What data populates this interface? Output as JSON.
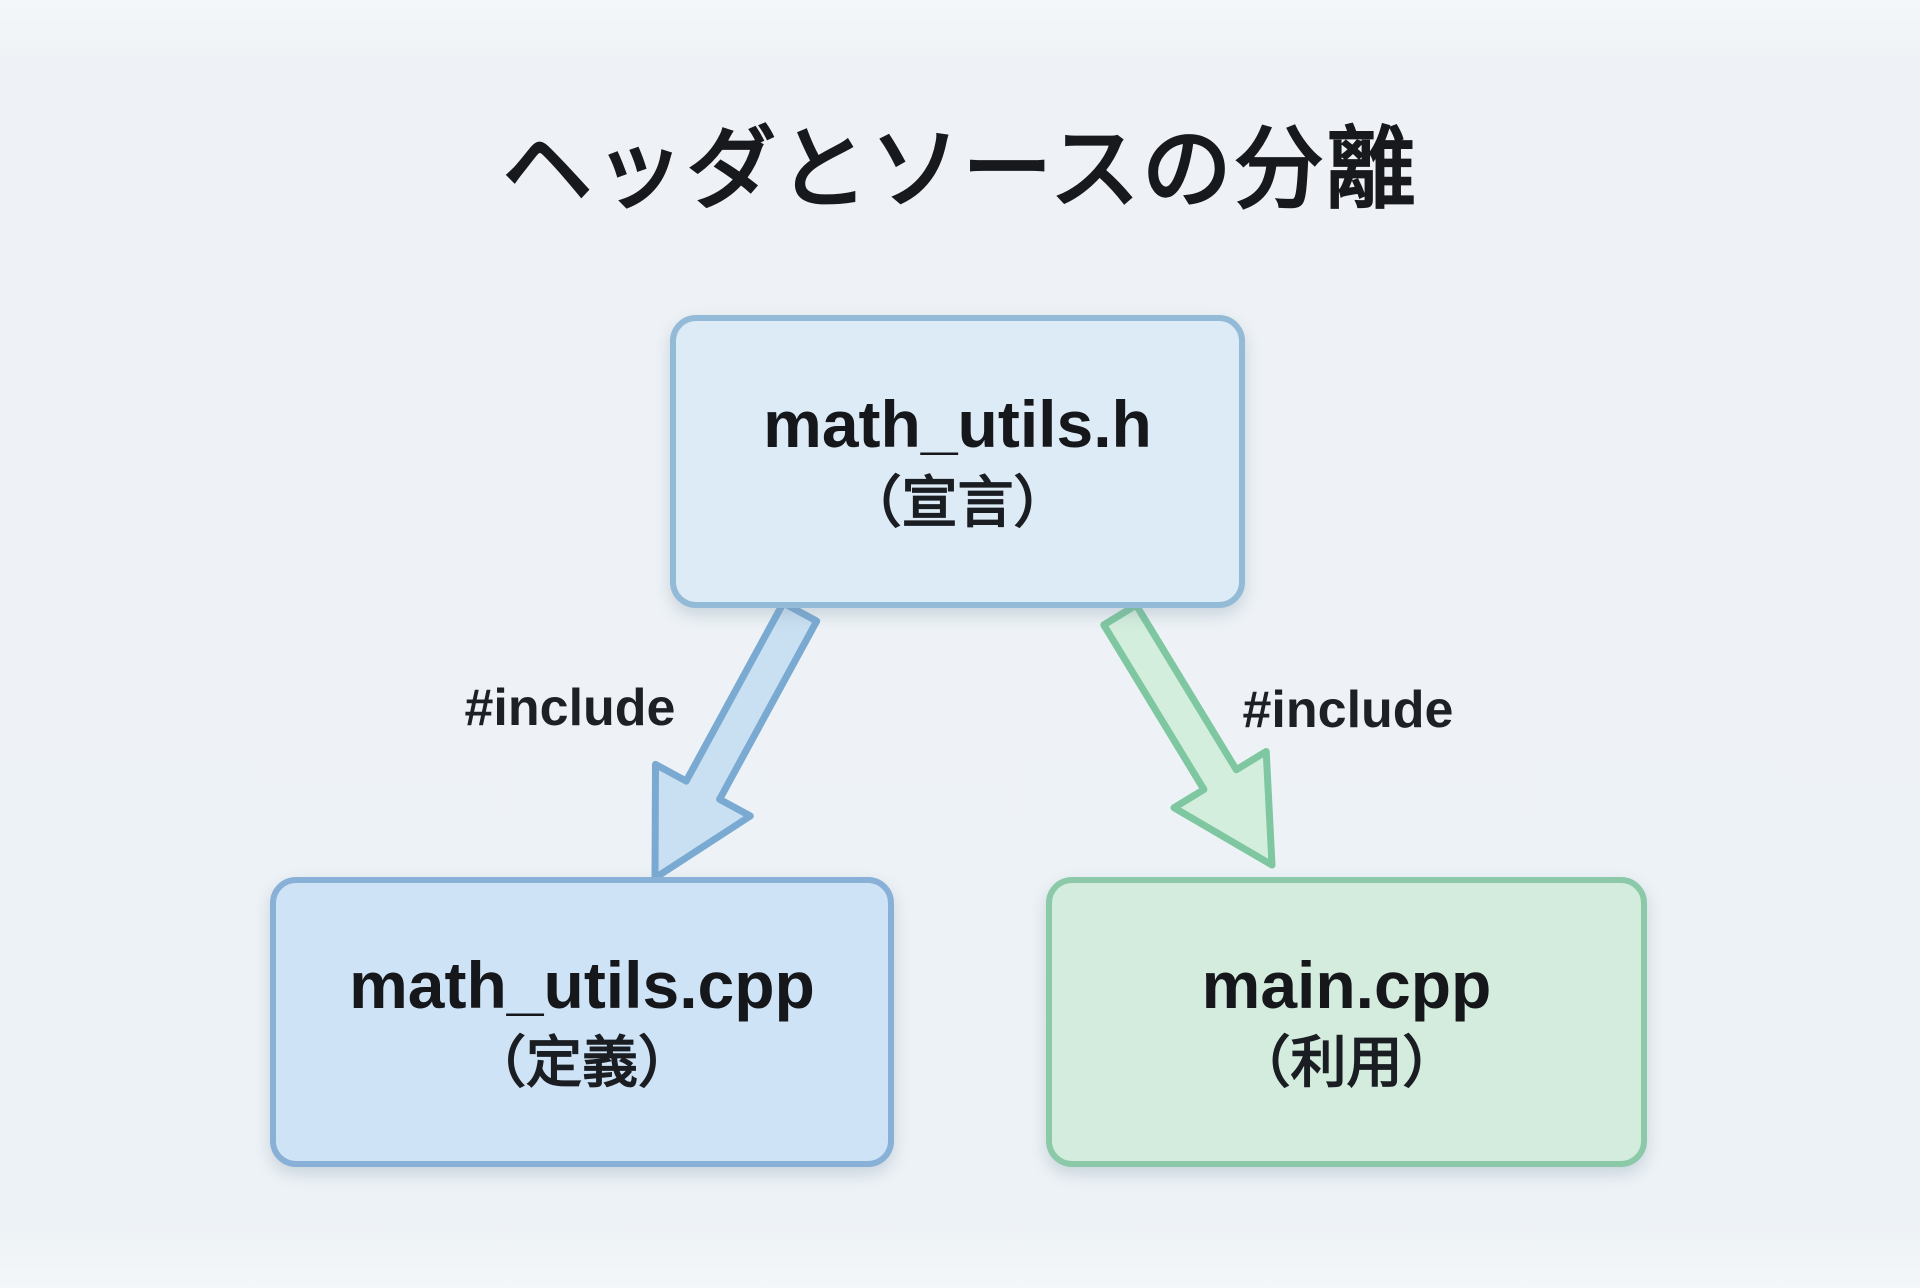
{
  "diagram": {
    "title": "ヘッダとソースの分離",
    "nodes": {
      "header": {
        "name": "math_utils.h",
        "annotation": "（宣言）"
      },
      "source": {
        "name": "math_utils.cpp",
        "annotation": "（定義）"
      },
      "main": {
        "name": "main.cpp",
        "annotation": "（利用）"
      }
    },
    "edges": {
      "header_to_source": {
        "label": "#include"
      },
      "header_to_main": {
        "label": "#include"
      }
    },
    "colors": {
      "background": "#edf2f6",
      "title_text": "#17191d",
      "header_fill": "#dcebf5",
      "header_border": "#93bad6",
      "source_fill": "#cfe3f6",
      "source_border": "#89b0d6",
      "main_fill": "#d3ecdd",
      "main_border": "#8cc9a9",
      "arrow_left_fill": "#c9e0f2",
      "arrow_left_stroke": "#7aaad2",
      "arrow_right_fill": "#d4eedd",
      "arrow_right_stroke": "#7ec7a0"
    }
  }
}
